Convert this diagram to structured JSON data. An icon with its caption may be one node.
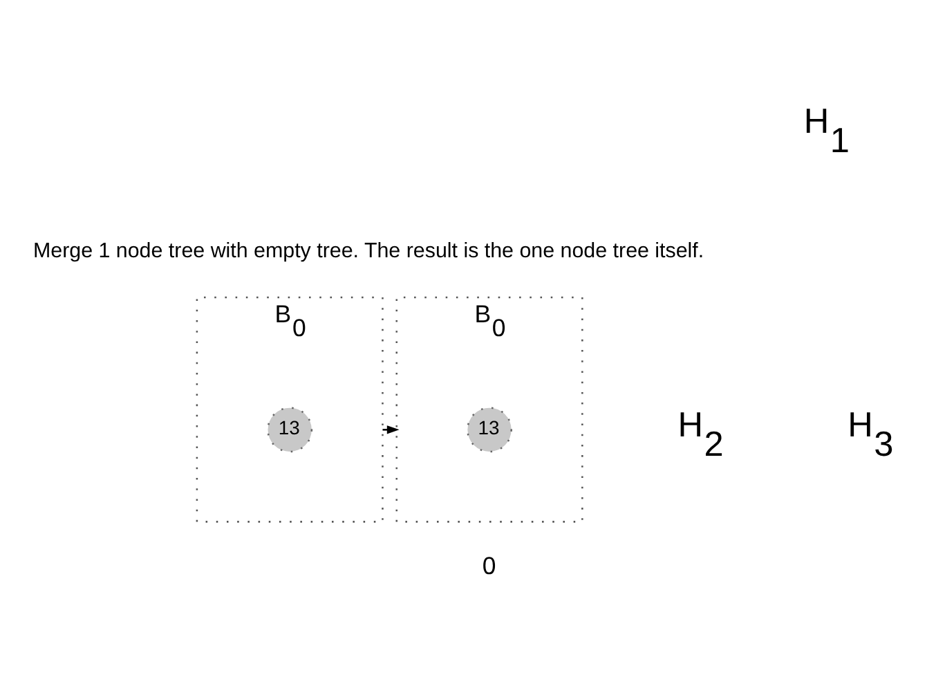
{
  "diagram": {
    "nodes": [
      {
        "text": [
          "B$_{0}$"
        ]
      },
      {
        "text": [
          "13"
        ],
        "in": 0
      },
      {
        "text": [
          "B$_{0}$"
        ],
        "beside": [
          "0"
        ]
      },
      {
        "text": [
          "13"
        ],
        "in": 2
      }
    ],
    "edges": [
      {
        "from": 0,
        "to": 2,
        "arrow": "to"
      }
    ],
    "labels": [
      "H$_{1}$",
      "Merge 1 node tree with empty tree. The result is the one node tree itself.",
      "H$_{2}$",
      "H$_{3}$"
    ]
  }
}
